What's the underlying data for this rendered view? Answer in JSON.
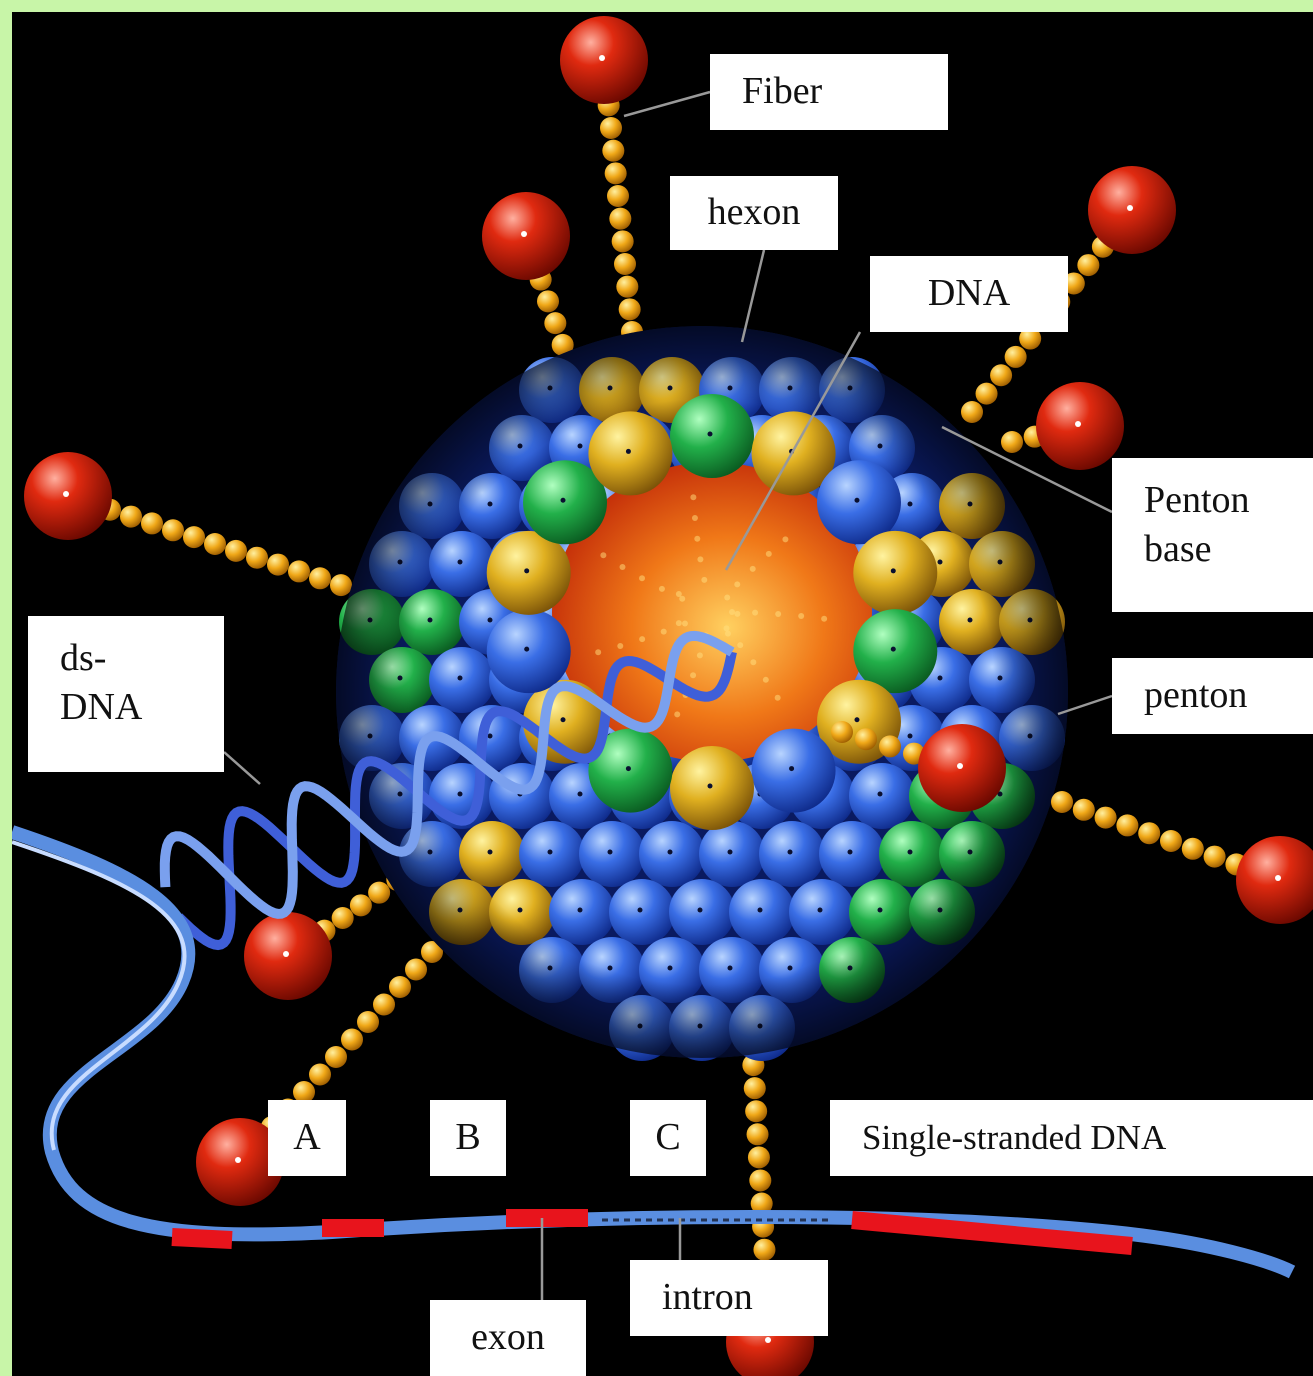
{
  "colors": {
    "frame": "#c8f5a8",
    "background": "#000000",
    "hexon": "#2f5fd8",
    "penton_base": "#22b04a",
    "penton": "#e0b020",
    "fiber": "#f0b020",
    "knob": "#c01808",
    "core_dna": "#e84a10",
    "strand": "#5a8ee0",
    "exon": "#e8141c"
  },
  "labels": {
    "fiber": "Fiber",
    "hexon": "hexon",
    "dna": "DNA",
    "penton_base": "Penton\nbase",
    "penton": "penton",
    "ds_dna": "ds-\nDNA",
    "a": "A",
    "b": "B",
    "c": "C",
    "single_stranded": "Single-stranded DNA",
    "intron": "intron",
    "exon": "exon"
  }
}
